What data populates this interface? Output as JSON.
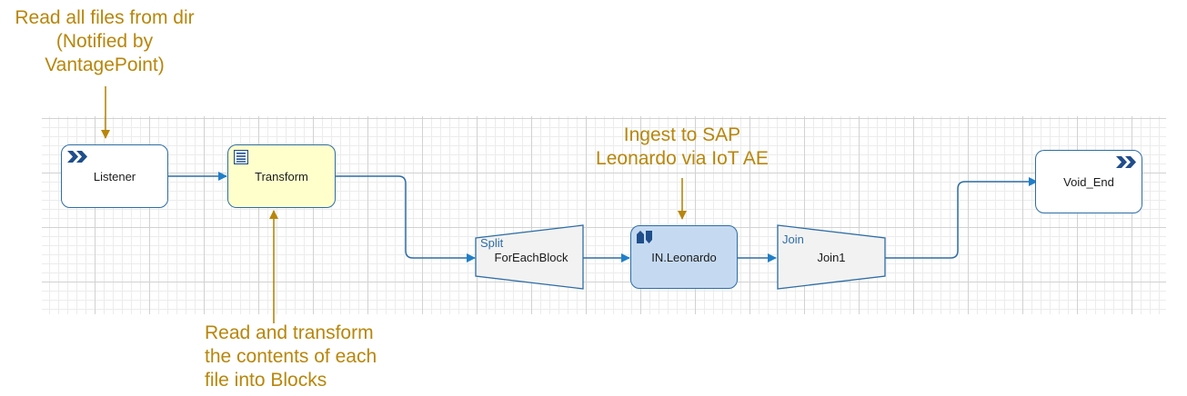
{
  "annotations": {
    "top_left": [
      "Read all files from dir",
      "(Notified by",
      "VantagePoint)"
    ],
    "top_center": [
      "Ingest to SAP",
      "Leonardo via IoT AE"
    ],
    "bottom": [
      "Read and transform",
      "the contents of each",
      "file into Blocks"
    ]
  },
  "nodes": {
    "listener": {
      "label": "Listener",
      "icon": "double-chevron-icon"
    },
    "transform": {
      "label": "Transform",
      "icon": "document-lines-icon"
    },
    "split": {
      "tag": "Split",
      "label": "ForEachBlock"
    },
    "leonardo": {
      "label": "IN.Leonardo",
      "icon": "inbound-connector-icon"
    },
    "join": {
      "tag": "Join",
      "label": "Join1"
    },
    "void_end": {
      "label": "Void_End",
      "icon": "double-chevron-icon"
    }
  },
  "colors": {
    "annotation": "#b8860b",
    "connector": "#2e6da4",
    "arrow": "#1f7fc8",
    "transform_fill": "#ffffcc",
    "leonardo_fill": "#c5daf1",
    "gateway_fill": "#f2f2f2"
  }
}
